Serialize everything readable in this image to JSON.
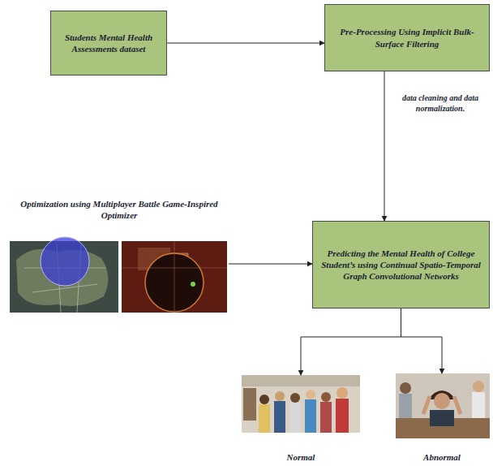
{
  "diagram": {
    "nodes": [
      {
        "text": [
          "Students Mental Health Assessments dataset"
        ]
      },
      {
        "text": [
          "Pre-Processing Using Implicit Bulk-Surface Filtering"
        ]
      },
      {
        "text": [
          "Optimization using Multiplayer Battle Game-Inspired Optimizer"
        ]
      },
      {
        "text": [
          "Predicting the Mental Health of College Student’s using Continual Spatio-Temporal Graph Convolutional Networks"
        ]
      },
      {
        "text": [
          "Normal"
        ]
      },
      {
        "text": [
          "Abnormal"
        ]
      }
    ],
    "edges": [
      {
        "from": 0,
        "to": 1,
        "arrow": "to"
      },
      {
        "from": 1,
        "to": 3,
        "label": "data cleaning and data normalization.",
        "arrow": "to"
      },
      {
        "from": 2,
        "to": 3,
        "arrow": "to"
      },
      {
        "from": 3,
        "to": 4,
        "arrow": "to"
      },
      {
        "from": 3,
        "to": 5,
        "arrow": "to"
      }
    ]
  }
}
